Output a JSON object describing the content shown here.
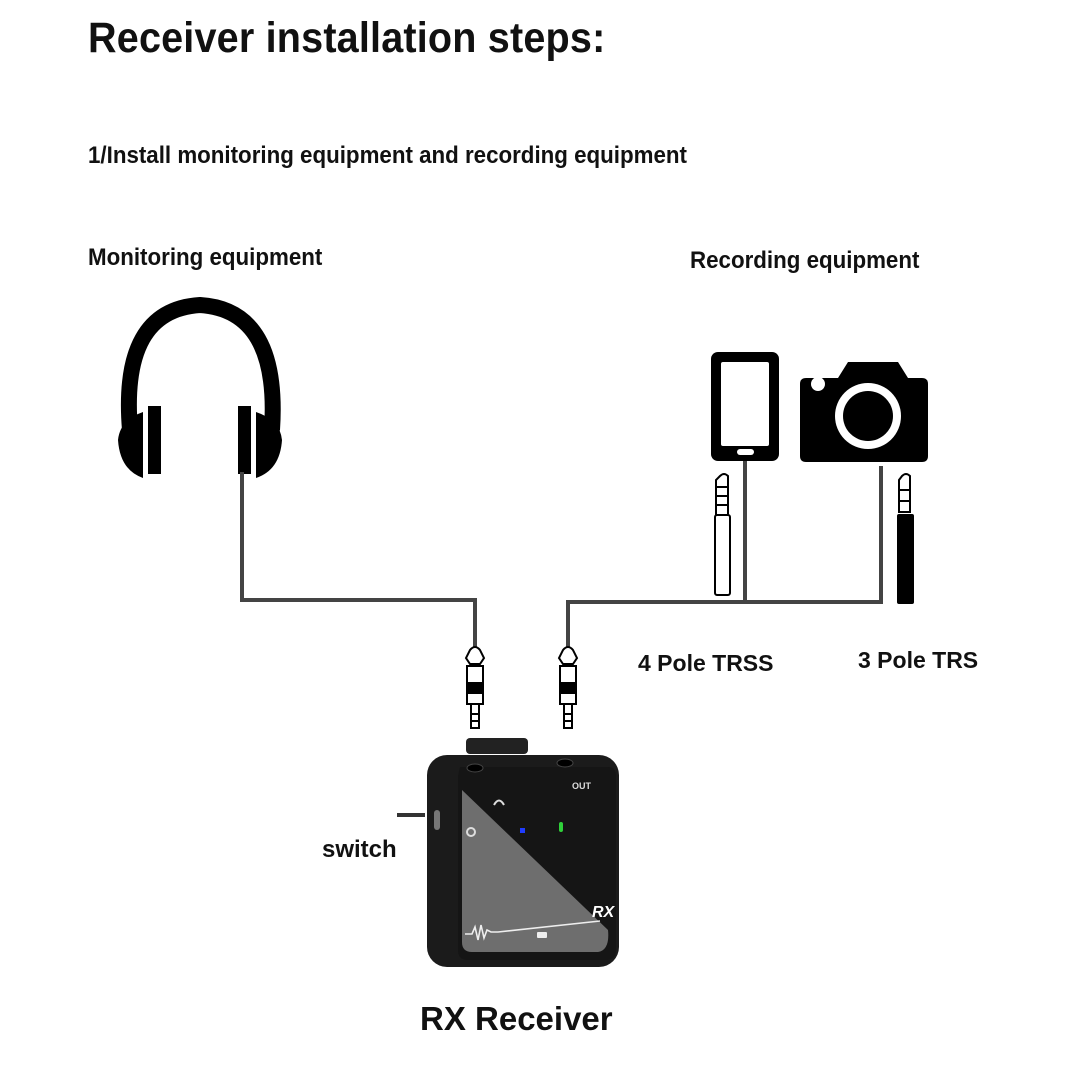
{
  "title": "Receiver installation steps:",
  "step": "1/Install monitoring equipment and recording equipment",
  "groups": {
    "monitoring": {
      "label": "Monitoring equipment",
      "devices": [
        "headphones"
      ]
    },
    "recording": {
      "label": "Recording equipment",
      "devices": [
        "smartphone",
        "camera"
      ]
    }
  },
  "connectors": {
    "four_pole": "4 Pole TRSS",
    "three_pole": "3 Pole TRS"
  },
  "device": {
    "name": "RX Receiver",
    "switch_label": "switch",
    "panel_out_label": "OUT",
    "panel_rx_label": "RX",
    "led_colors": {
      "blue": "#1f3cff",
      "green": "#2fd13a"
    }
  },
  "colors": {
    "icon": "#000000",
    "cable": "#444444",
    "device_dark": "#1b1b1b",
    "device_panel": "#6e6e6e"
  }
}
